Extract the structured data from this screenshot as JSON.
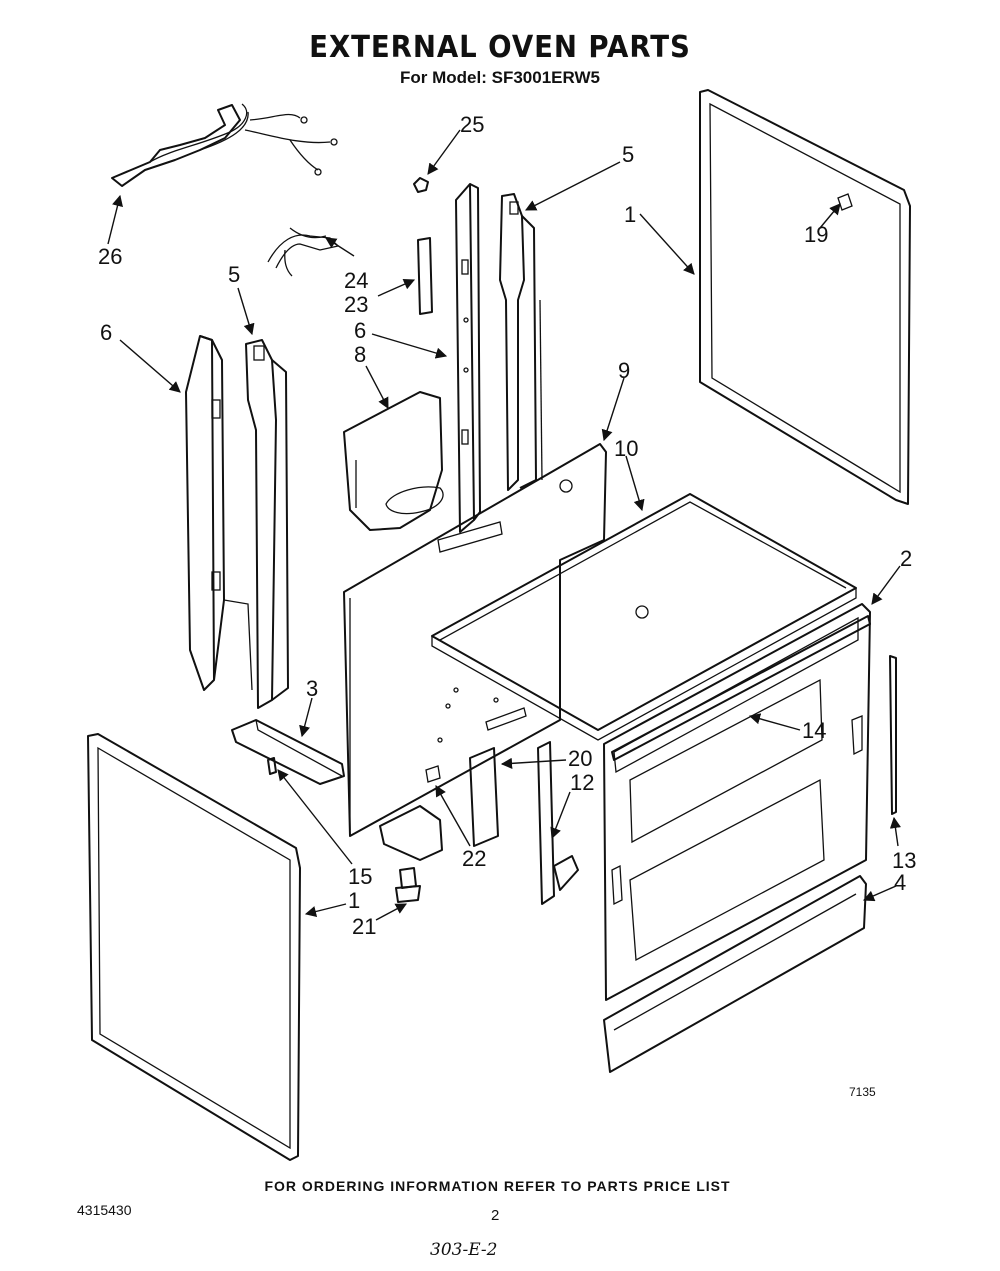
{
  "title": "EXTERNAL OVEN PARTS",
  "model_line": "For Model: SF3001ERW5",
  "footer_note": "FOR ORDERING INFORMATION REFER TO PARTS PRICE LIST",
  "document_number": "4315430",
  "page_number": "2",
  "handwritten_code": "303-E-2",
  "figure_reference": "7135",
  "callouts": {
    "c25": "25",
    "c5a": "5",
    "c1a": "1",
    "c19": "19",
    "c26": "26",
    "c24": "24",
    "c23": "23",
    "c5b": "5",
    "c6a": "6",
    "c6b": "6",
    "c8": "8",
    "c9": "9",
    "c10": "10",
    "c2": "2",
    "c3": "3",
    "c14": "14",
    "c20": "20",
    "c12": "12",
    "c13": "13",
    "c15": "15",
    "c22": "22",
    "c4": "4",
    "c1b": "1",
    "c21": "21"
  }
}
